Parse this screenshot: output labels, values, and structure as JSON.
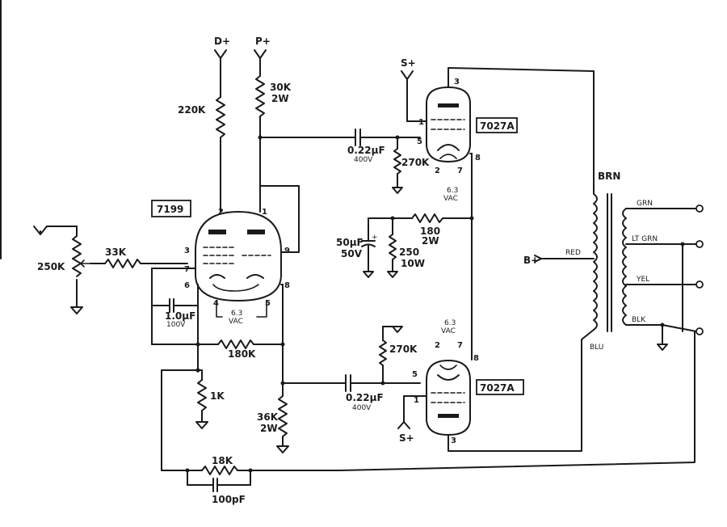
{
  "rails": {
    "d_plus": "D+",
    "p_plus": "P+",
    "s_plus_top": "S+",
    "s_plus_bottom": "S+",
    "b_plus": "B+"
  },
  "tubes": {
    "driver": {
      "type": "7199",
      "pins": [
        "3",
        "7",
        "6",
        "2",
        "1",
        "9",
        "4",
        "5",
        "8"
      ],
      "heater": "6.3",
      "heater_unit": "VAC"
    },
    "output_top": {
      "type": "7027A",
      "pins": [
        "3",
        "1",
        "5",
        "2",
        "7",
        "8"
      ],
      "heater": "6.3",
      "heater_unit": "VAC"
    },
    "output_bottom": {
      "type": "7027A",
      "pins": [
        "2",
        "7",
        "8",
        "5",
        "1",
        "3"
      ],
      "heater": "6.3",
      "heater_unit": "VAC"
    }
  },
  "components": {
    "r_220k": "220K",
    "r_30k": "30K",
    "r_30k_w": "2W",
    "r_33k": "33K",
    "pot_250k": "250K",
    "c_1uf": "1.0µF",
    "c_1uf_v": "100V",
    "r_180k": "180K",
    "r_1k": "1K",
    "r_36k": "36K",
    "r_36k_w": "2W",
    "r_18k": "18K",
    "c_100pf": "100pF",
    "c_top": "0.22µF",
    "c_top_v": "400V",
    "r_270k_top": "270K",
    "c_50uf": "50µF",
    "c_50uf_v": "50V",
    "r_180": "180",
    "r_180_w": "2W",
    "r_250": "250",
    "r_250_w": "10W",
    "c_bot": "0.22µF",
    "c_bot_v": "400V",
    "r_270k_bot": "270K"
  },
  "transformer": {
    "primary_top": "BRN",
    "primary_center": "RED",
    "primary_bottom": "BLU",
    "secondary": [
      "GRN",
      "LT GRN",
      "YEL",
      "BLK"
    ]
  }
}
